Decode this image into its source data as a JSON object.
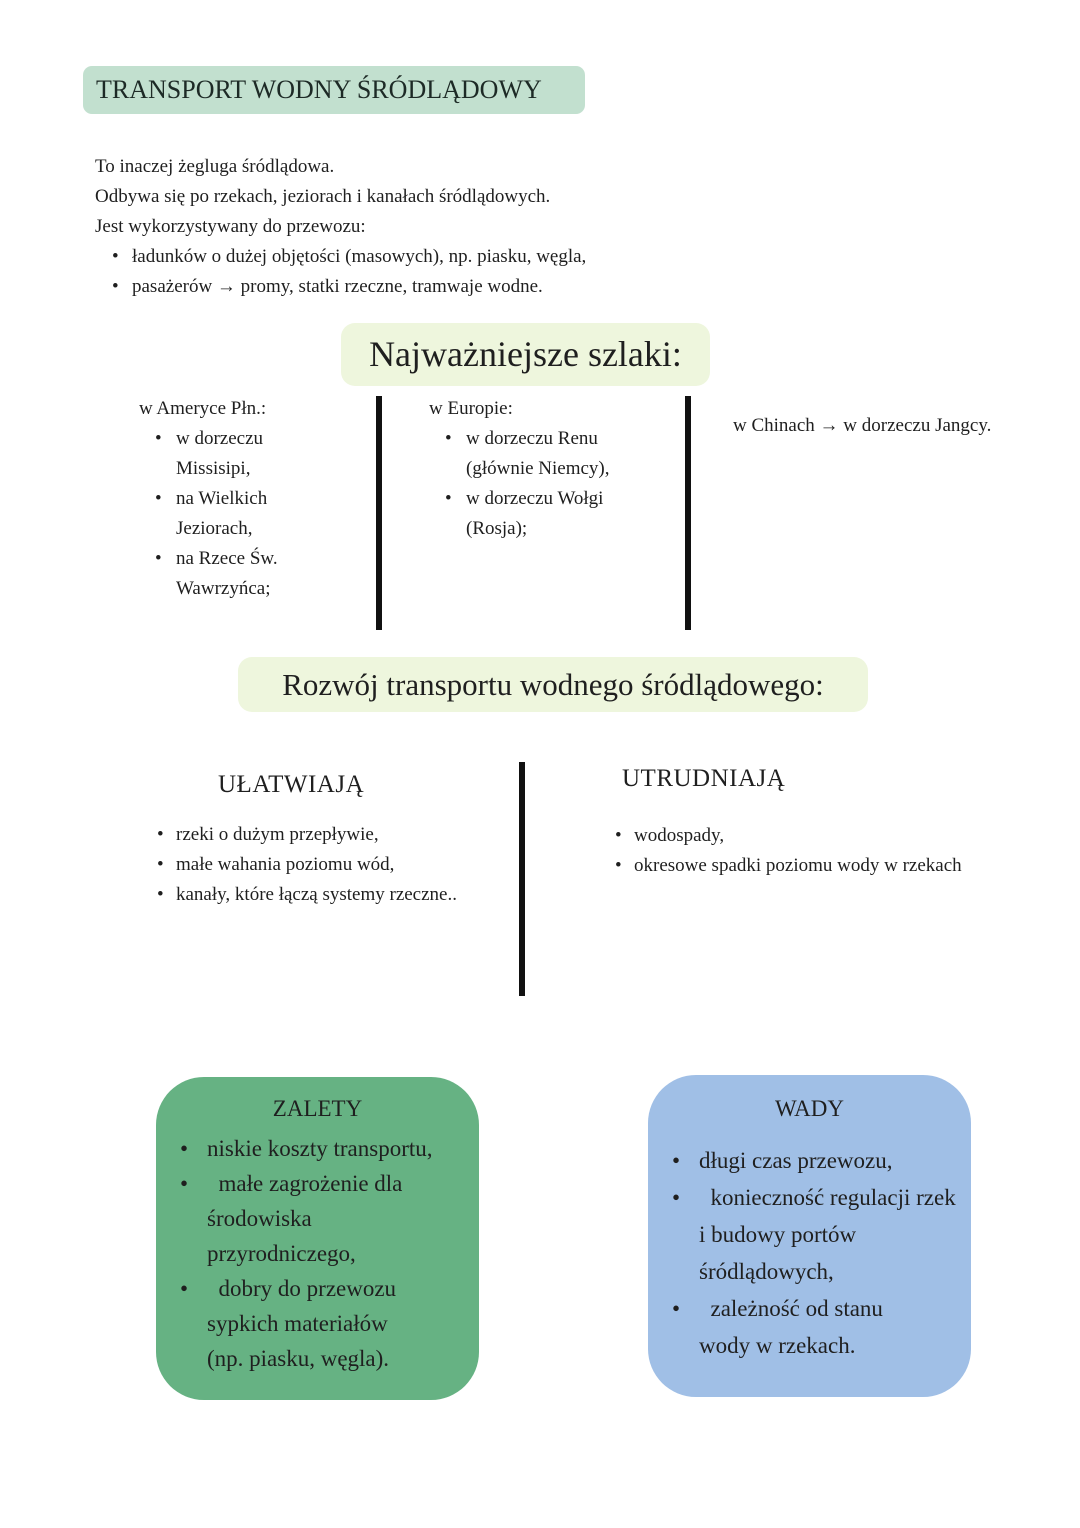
{
  "title": "TRANSPORT WODNY ŚRÓDLĄDOWY",
  "intro": {
    "lines": [
      "To inaczej żegluga śródlądowa.",
      "Odbywa się po rzekach, jeziorach i kanałach śródlądowych.",
      "Jest wykorzystywany do przewozu:"
    ],
    "bullets": [
      "ładunków o dużej objętości (masowych), np. piasku, węgla,",
      "pasażerów → promy, statki rzeczne, tramwaje wodne."
    ]
  },
  "routes": {
    "heading": "Najważniejsze szlaki:",
    "america": {
      "label": "w Ameryce Płn.:",
      "items": [
        "w dorzeczu Missisipi,",
        "na Wielkich Jeziorach,",
        "na Rzece Św. Wawrzyńca;"
      ]
    },
    "europe": {
      "label": "w Europie:",
      "items": [
        "w dorzeczu Renu (głównie Niemcy),",
        "w dorzeczu Wołgi (Rosja);"
      ]
    },
    "china": "w Chinach → w dorzeczu Jangcy."
  },
  "development": {
    "heading": "Rozwój transportu wodnego śródlądowego:",
    "helps": {
      "label": "UŁATWIAJĄ",
      "items": [
        "rzeki o dużym przepływie,",
        "małe wahania poziomu wód,",
        "kanały, które łączą systemy rzeczne.."
      ]
    },
    "hinders": {
      "label": "UTRUDNIAJĄ",
      "items": [
        "wodospady,",
        "okresowe spadki poziomu wody w rzekach"
      ]
    }
  },
  "advantages": {
    "title": "ZALETY",
    "items": [
      "niskie koszty transportu,",
      "  małe zagrożenie dla środowiska przyrodniczego,",
      "  dobry do przewozu sypkich materiałów (np. piasku, węgla)."
    ]
  },
  "disadvantages": {
    "title": "WADY",
    "items": [
      "długi czas przewozu,",
      "  konieczność regulacji rzek i budowy portów śródlądowych,",
      "  zależność od stanu wody w rzekach."
    ]
  },
  "colors": {
    "title_bg": "#c2e0cf",
    "pill_bg": "#eef6dd",
    "advantages_bg": "#66b283",
    "disadvantages_bg": "#a0bfe6",
    "divider": "#111111"
  }
}
